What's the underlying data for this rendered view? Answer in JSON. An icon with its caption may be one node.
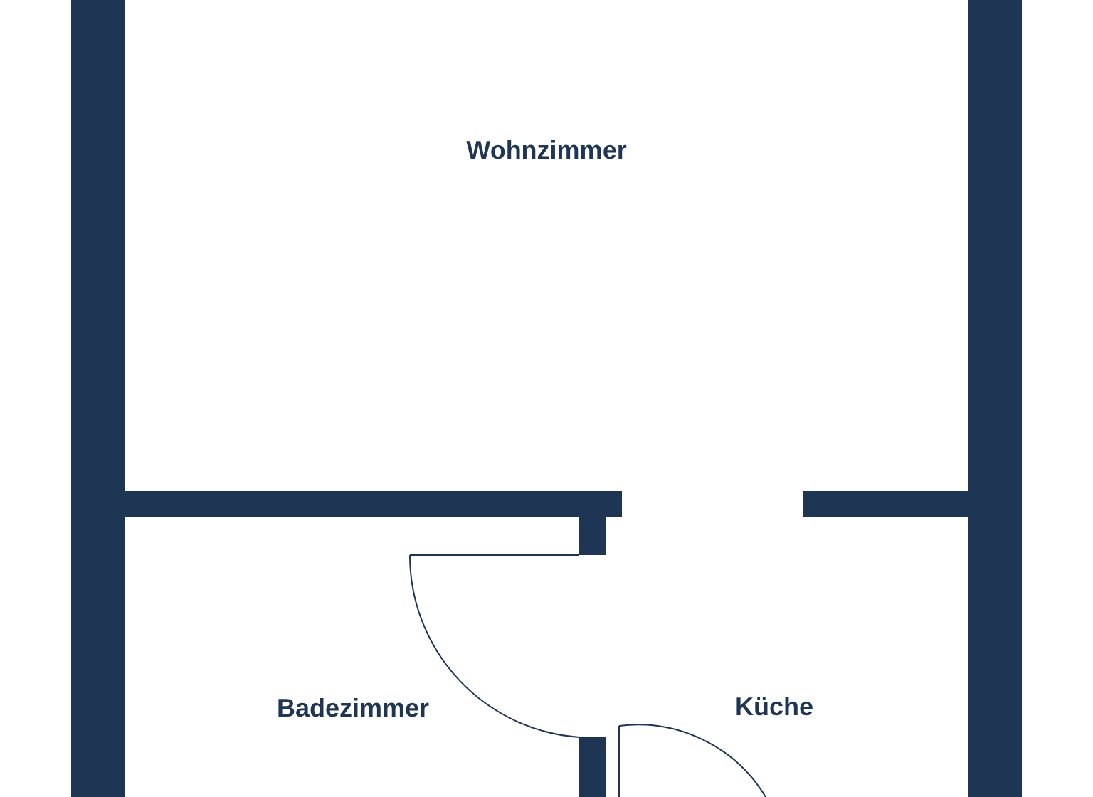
{
  "diagram": {
    "labels": [
      "Wohnzimmer",
      "Badezimmer",
      "Küche"
    ]
  }
}
